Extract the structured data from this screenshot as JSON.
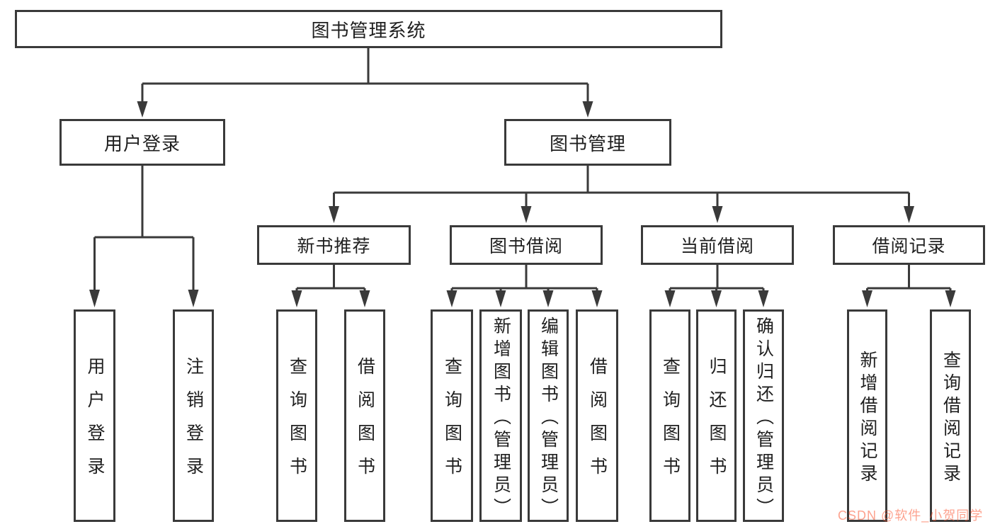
{
  "diagram": {
    "colors": {
      "line": "#3a3a3a",
      "box_border": "#3a3a3a",
      "box_background": "#ffffff",
      "text": "#1f1f1f",
      "watermark": "#fc5531"
    },
    "tree": {
      "root": "图书管理系统",
      "level1": [
        {
          "label": "用户登录"
        },
        {
          "label": "图书管理"
        }
      ],
      "level2": [
        {
          "label": "新书推荐"
        },
        {
          "label": "图书借阅"
        },
        {
          "label": "当前借阅"
        },
        {
          "label": "借阅记录"
        }
      ],
      "leaves": {
        "user_login": [
          "用户登录",
          "注销登录"
        ],
        "new_books": [
          "查询图书",
          "借阅图书"
        ],
        "book_borrow": [
          "查询图书",
          "新增图书（管理员）",
          "编辑图书（管理员）",
          "借阅图书"
        ],
        "current_borrow": [
          "查询图书",
          "归还图书",
          "确认归还（管理员）"
        ],
        "borrow_records": [
          "新增借阅记录",
          "查询借阅记录"
        ]
      }
    },
    "watermark": "CSDN @软件_小贺同学"
  }
}
